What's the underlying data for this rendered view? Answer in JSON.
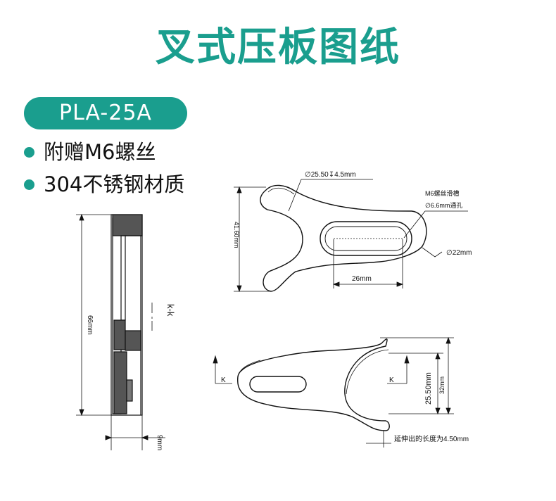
{
  "title": "叉式压板图纸",
  "model": "PLA-25A",
  "features": [
    "附赠M6螺丝",
    "304不锈钢材质"
  ],
  "colors": {
    "accent": "#1a9e8e"
  },
  "side_view": {
    "height_dim": "66mm",
    "thickness_dim": "9mm",
    "section_label": "k-k"
  },
  "top_view": {
    "counterbore": "∅25.50↧4.5mm",
    "slot_title": "M6螺丝滑槽",
    "slot_hole": "∅6.6mm通孔",
    "outer_dia": "∅22mm",
    "height_dim": "41.60mm",
    "slot_length": "26mm"
  },
  "front_view": {
    "section_mark_left": "K",
    "section_mark_right": "K",
    "step_dim": "25.50mm",
    "total_dim": "32mm",
    "extension_note": "延伸出的长度为4.50mm"
  }
}
